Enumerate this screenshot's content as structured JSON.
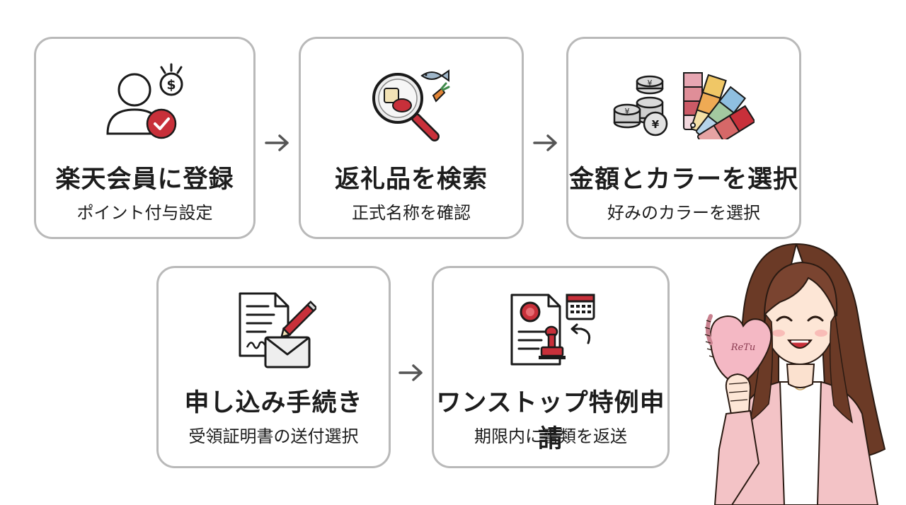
{
  "steps": [
    {
      "title": "楽天会員に登録",
      "subtitle": "ポイント付与設定",
      "icon": "user-register-icon"
    },
    {
      "title": "返礼品を検索",
      "subtitle": "正式名称を確認",
      "icon": "search-products-icon"
    },
    {
      "title": "金額とカラーを選択",
      "subtitle": "好みのカラーを選択",
      "icon": "coins-color-swatch-icon"
    },
    {
      "title": "申し込み手続き",
      "subtitle": "受領証明書の送付選択",
      "icon": "document-mail-icon"
    },
    {
      "title": "ワンストップ特例申請",
      "subtitle": "期限内に書類を返送",
      "icon": "stamp-document-icon"
    }
  ],
  "illustration": {
    "brush_logo": "ReTu",
    "icon": "woman-holding-brush-illustration"
  },
  "colors": {
    "card_border": "#b9b9b9",
    "accent_red": "#c8303a",
    "arrow": "#555555",
    "cardigan_pink": "#f3c3c6",
    "brush_pink": "#f4b8c4"
  }
}
